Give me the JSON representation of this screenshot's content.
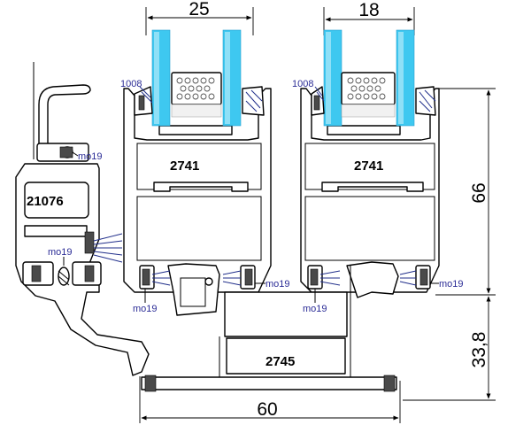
{
  "dimensions": {
    "glass_left_width": "25",
    "glass_right_width": "18",
    "sash_height": "66",
    "frame_height": "33,8",
    "total_width": "60"
  },
  "profile_codes": {
    "outer_handle": "21076",
    "sash_left": "2741",
    "sash_right": "2741",
    "frame_bottom": "2745"
  },
  "seal_labels": {
    "glazing_left": "1008",
    "glazing_right": "1008",
    "mo19_top": "mo19",
    "mo19_outer_left": "mo19",
    "mo19_left_below": "mo19",
    "mo19_left_right": "mo19",
    "mo19_right_below": "mo19",
    "mo19_right_right": "mo19"
  },
  "colors": {
    "glass": "#3ec8f0",
    "seal_label": "#2b2c96",
    "brush_seal": "#1f2d8a"
  }
}
